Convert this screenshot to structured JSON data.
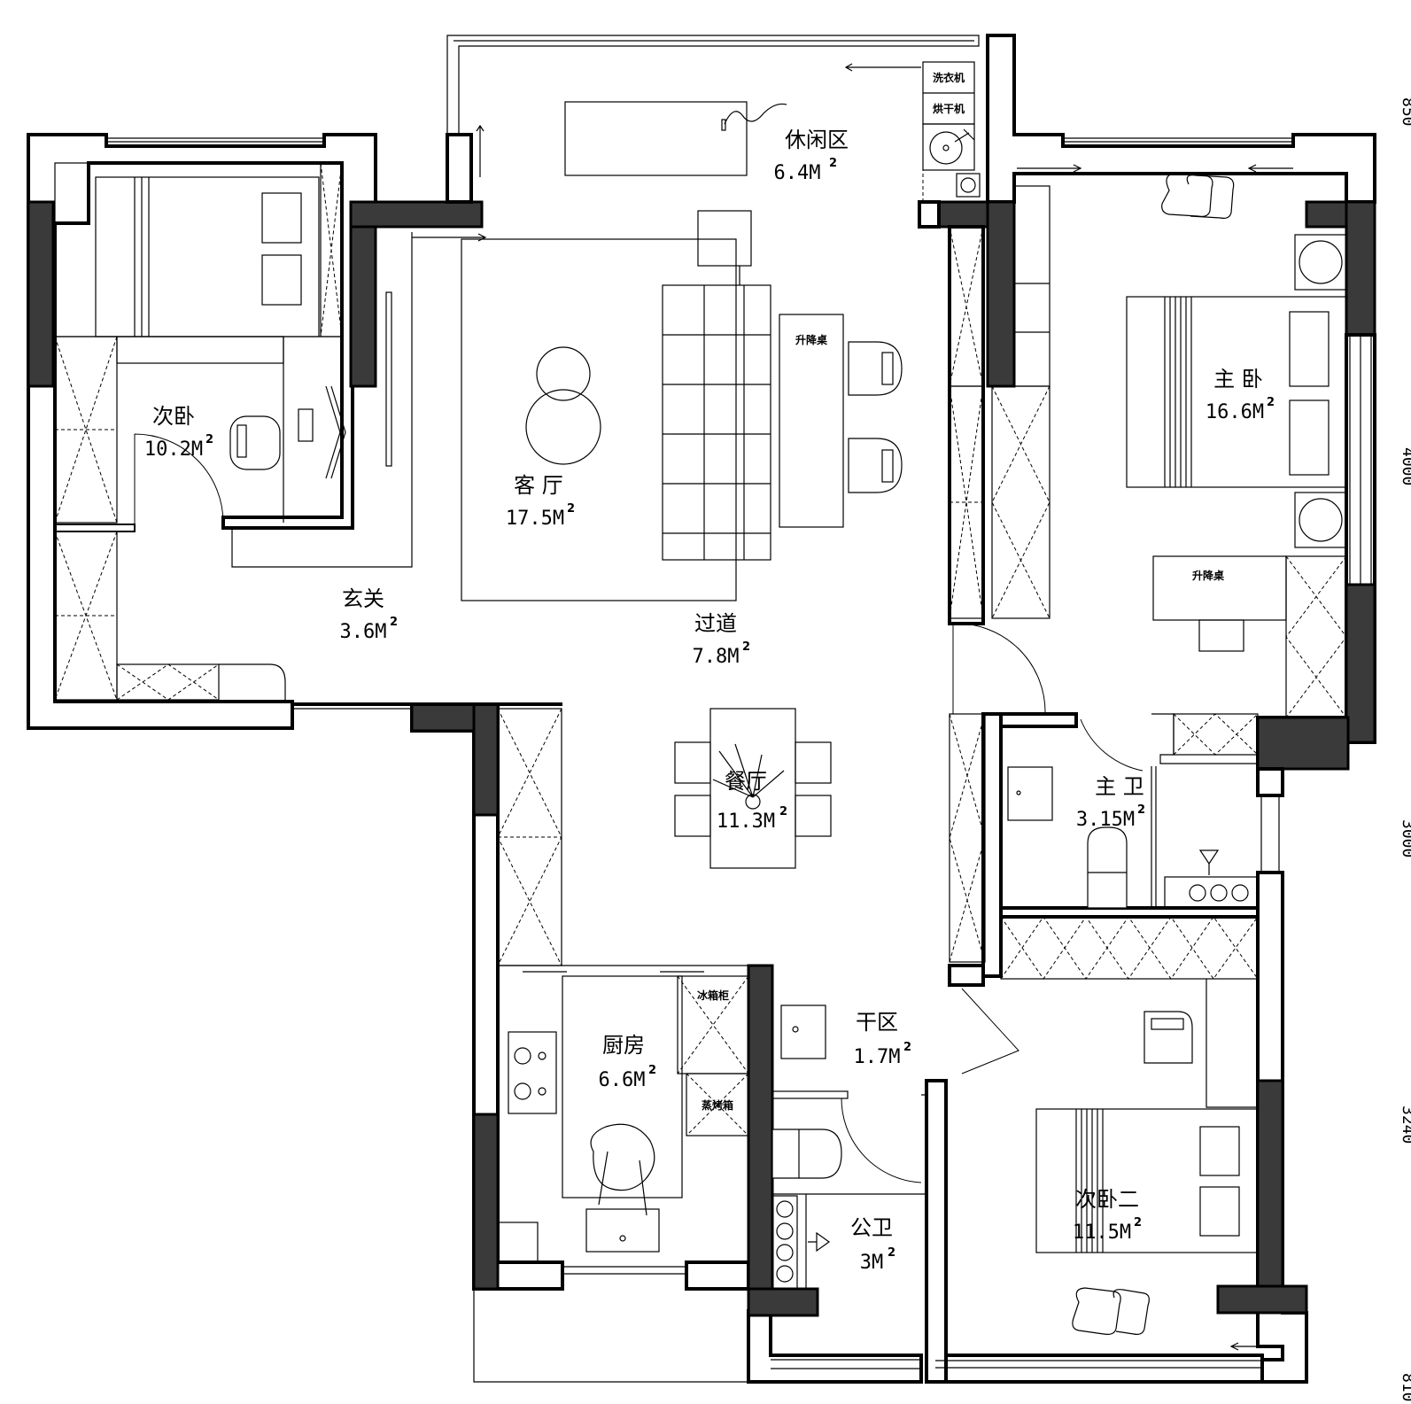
{
  "rooms": {
    "leisure": {
      "name": "休闲区",
      "area": "6.4M",
      "sup": "2"
    },
    "living": {
      "name": "客 厅",
      "area": "17.5M",
      "sup": "2"
    },
    "second_bedroom": {
      "name": "次卧",
      "area": "10.2M",
      "sup": "2"
    },
    "entrance": {
      "name": "玄关",
      "area": "3.6M",
      "sup": "2"
    },
    "corridor": {
      "name": "过道",
      "area": "7.8M",
      "sup": "2"
    },
    "master_bedroom": {
      "name": "主 卧",
      "area": "16.6M",
      "sup": "2"
    },
    "dining": {
      "name": "餐厅",
      "area": "11.3M",
      "sup": "2"
    },
    "master_bath": {
      "name": "主 卫",
      "area": "3.15M",
      "sup": "2"
    },
    "kitchen": {
      "name": "厨房",
      "area": "6.6M",
      "sup": "2"
    },
    "dry_zone": {
      "name": "干区",
      "area": "1.7M",
      "sup": "2"
    },
    "bedroom_two": {
      "name": "次卧二",
      "area": "11.5M",
      "sup": "2"
    },
    "public_bath": {
      "name": "公卫",
      "area": "3M",
      "sup": "2"
    }
  },
  "labels": {
    "washer": "洗衣机",
    "dryer": "烘干机",
    "lift_desk_living": "升降桌",
    "lift_desk_master": "升降桌",
    "fridge": "冰箱柜",
    "steam_oven": "蒸烤箱"
  },
  "dimensions": [
    "850",
    "4000",
    "3000",
    "3240",
    "810"
  ],
  "colors": {
    "wall_dark": "#3a3a3a",
    "line": "#000000",
    "background": "#ffffff"
  }
}
